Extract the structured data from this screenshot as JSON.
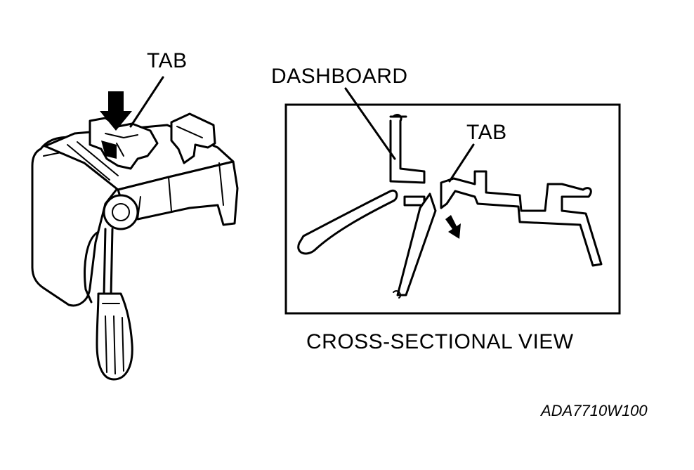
{
  "labels": {
    "tab_left": "TAB",
    "dashboard": "DASHBOARD",
    "tab_right": "TAB",
    "caption": "CROSS-SECTIONAL VIEW",
    "figure_code": "ADA7710W100"
  },
  "icons": {
    "push_arrow": "down-arrow-icon",
    "direction_arrow": "down-right-arrow-icon",
    "tool": "screwdriver-icon"
  },
  "colors": {
    "line": "#000000",
    "background": "#ffffff"
  }
}
